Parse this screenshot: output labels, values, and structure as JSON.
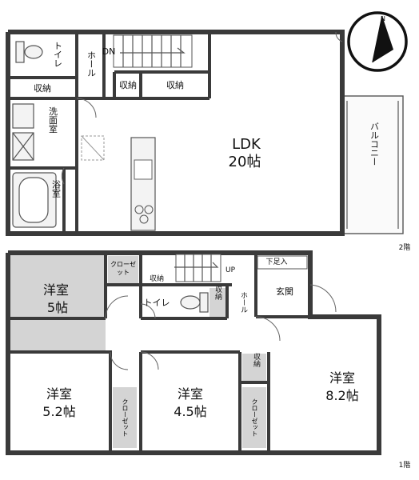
{
  "north": {
    "letter": "N"
  },
  "floor2": {
    "floor_label": "2階",
    "rooms": {
      "ldk_name": "LDK",
      "ldk_size": "20帖",
      "balcony": "バルコニー",
      "toilet": "トイレ",
      "hall_dn": "DN",
      "hall": "ホール",
      "storage_a": "収納",
      "storage_b": "収納",
      "storage_c": "収納",
      "washroom": "洗面室",
      "bath": "浴室"
    }
  },
  "floor1": {
    "floor_label": "1階",
    "rooms": {
      "room1_name": "洋室",
      "room1_size": "5帖",
      "closet1": "クローゼット",
      "storage_top": "収納",
      "toilet": "トイレ",
      "storage_right": "収納",
      "up": "UP",
      "shoe_storage": "下足入",
      "entrance": "玄関",
      "hall": "ホール",
      "room2_name": "洋室",
      "room2_size": "5.2帖",
      "closet2": "クローゼット",
      "room3_name": "洋室",
      "room3_size": "4.5帖",
      "storage_mid": "収納",
      "closet3": "クローゼット",
      "room4_name": "洋室",
      "room4_size": "8.2帖"
    }
  }
}
